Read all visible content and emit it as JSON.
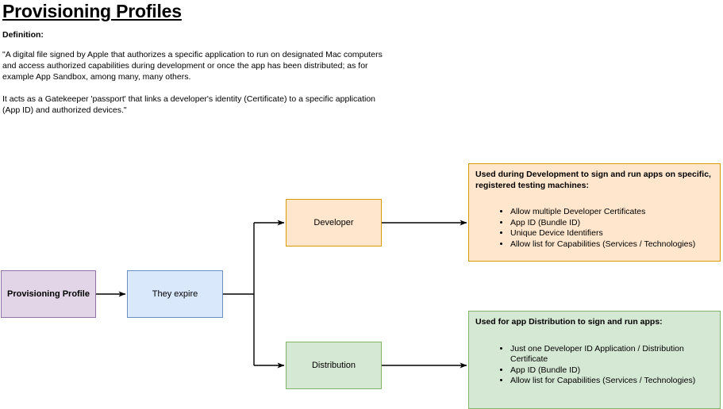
{
  "page": {
    "title": "Provisioning Profiles",
    "definition_label": "Definition:",
    "definition_paragraphs": [
      "\"A digital file signed by Apple that authorizes a specific application to run on designated Mac computers and access authorized capabilities during development or once the app has been distributed; as for example App Sandbox, among many, many others.",
      "It acts as a Gatekeeper 'passport' that links a developer's identity (Certificate) to a specific application (App ID) and authorized devices.\""
    ]
  },
  "diagram": {
    "nodes": {
      "provisioning_profile": {
        "label": "Provisioning Profile",
        "fill": "#e1d5e7",
        "stroke": "#9673a6"
      },
      "they_expire": {
        "label": "They expire",
        "fill": "#dae8fc",
        "stroke": "#6c8ebf"
      },
      "developer": {
        "label": "Developer",
        "fill": "#ffe6cc",
        "stroke": "#d79b00"
      },
      "distribution": {
        "label": "Distribution",
        "fill": "#d5e8d4",
        "stroke": "#82b366"
      }
    },
    "panels": {
      "development": {
        "heading": "Used during Development to sign and run apps on specific, registered testing machines:",
        "items": [
          "Allow multiple Developer Certificates",
          "App ID (Bundle ID)",
          "Unique Device Identifiers",
          "Allow list for Capabilities (Services / Technologies)"
        ],
        "fill": "#ffe6cc",
        "stroke": "#d79b00"
      },
      "distribution": {
        "heading": "Used for app Distribution to sign and run apps:",
        "items": [
          "Just one Developer ID Application / Distribution Certificate",
          "App ID (Bundle ID)",
          "Allow list for Capabilities (Services / Technologies)"
        ],
        "fill": "#d5e8d4",
        "stroke": "#82b366"
      }
    },
    "connector_color": "#000000"
  }
}
